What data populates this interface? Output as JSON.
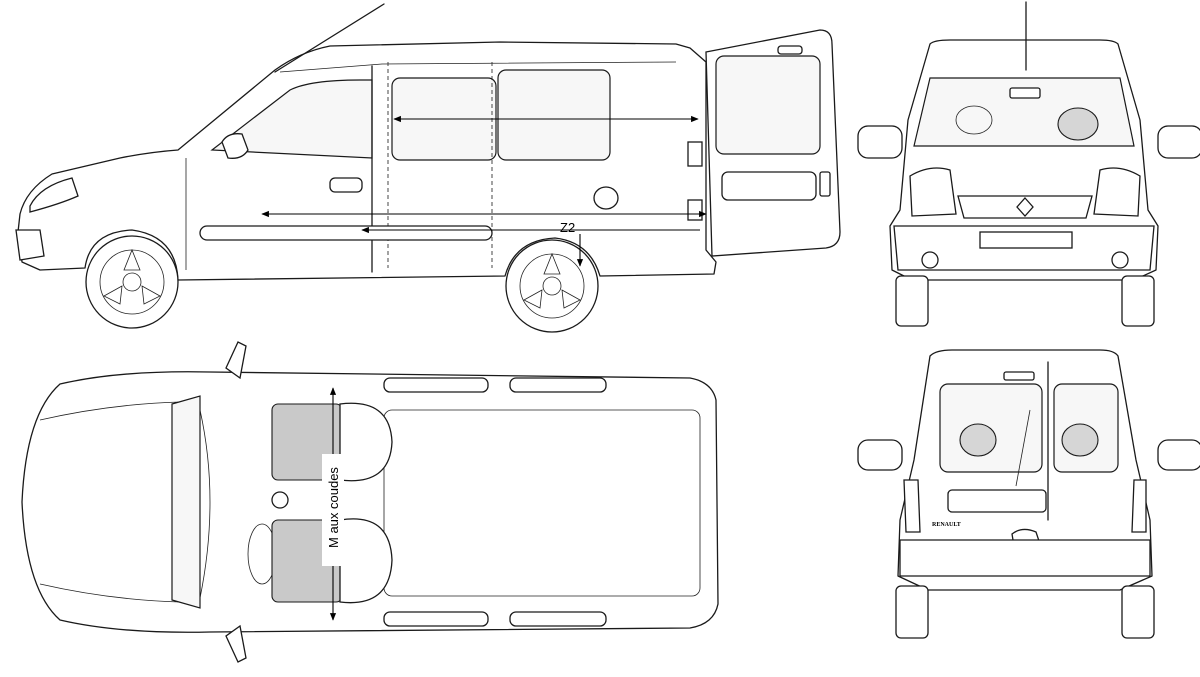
{
  "labels": {
    "side_dimension": "Z2",
    "top_dimension": "M aux coudes",
    "rear_badge": "RENAULT"
  },
  "colors": {
    "line": "#1a1a1a",
    "seat_fill": "#c9c9c9",
    "background": "#ffffff"
  }
}
